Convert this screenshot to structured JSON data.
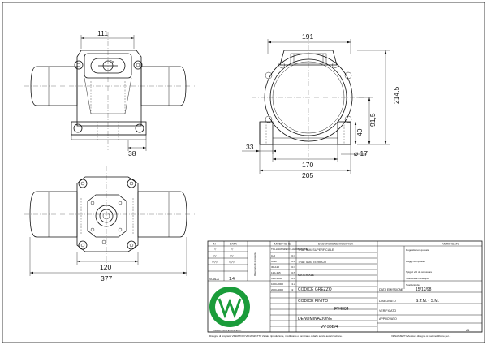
{
  "dimensions": {
    "front_top": "111",
    "front_bottom": "38",
    "side_top": "191",
    "side_height": "214,5",
    "side_axis": "91,5",
    "side_foot": "40",
    "side_left": "33",
    "side_hole": "⌀ 17",
    "side_width_170": "170",
    "side_width_205": "205",
    "plan_120": "120",
    "plan_377": "377"
  },
  "title_block": {
    "col_n": "N",
    "col_data": "DATA",
    "col_modifiche": "MODIFICHE",
    "col_tolleranze": "TOLLERANZE DI LAVORAZIONE",
    "col_descrizione": "DESCRIZIONE MODIFICA",
    "col_verificato": "VERIFICATO",
    "tratt_superficiale": "TRATTAM. SUPERFICIALE",
    "tratt_termico": "TRATTAM. TERMICO",
    "materiale": "MATERIALE",
    "codice_grezzo": "CODICE GREZZO",
    "codice_finito": "CODICE FINITO",
    "codice_finito_value": "FV4004",
    "denominazione": "DENOMINAZIONE",
    "denominazione_value": "VV 30B/4",
    "data_emissione": "DATA EMISSIONE",
    "data_emissione_value": "15/12/98",
    "disegnato": "DISEGNATO",
    "disegnato_value": "S.T.M. - S.M.",
    "verificato": "VERIFICATO",
    "approvato": "APPROVATO",
    "scala_label": "SCALA",
    "scala_value": "1:4",
    "sheet_size": "A1",
    "note_rugosita": "Rugosità non quotata",
    "note_raggi": "Raggi non quotati",
    "note_spigoli": "Spigoli vivi da smussare",
    "note_sostituisce": "Sostituisce il disegno",
    "note_sostituito": "Sostituito da",
    "reserve_note": "Riservato di proprietà",
    "footer_note": "Disegno di proprietà VIBRATORI VENANZETTI. Vietata riproduzione, modificarlo o cambiarlo o darlo senza autorizzazione.",
    "footer_right": "VENANZETTI Vietata il disegno si può modificare per...",
    "logo_text": "VIBRATORI VENANZETTI"
  },
  "tolerances": {
    "r1": [
      "0÷6",
      "±0.1"
    ],
    "r2": [
      "6÷30",
      "±0.2"
    ],
    "r3": [
      "30÷120",
      "±0.3"
    ],
    "r4": [
      "120÷315",
      "±0.5"
    ],
    "r5": [
      "315÷1000",
      "±0.8"
    ],
    "r6": [
      "1000÷2000",
      "±1.2"
    ],
    "r7": [
      "2000÷4000",
      "±2"
    ]
  }
}
